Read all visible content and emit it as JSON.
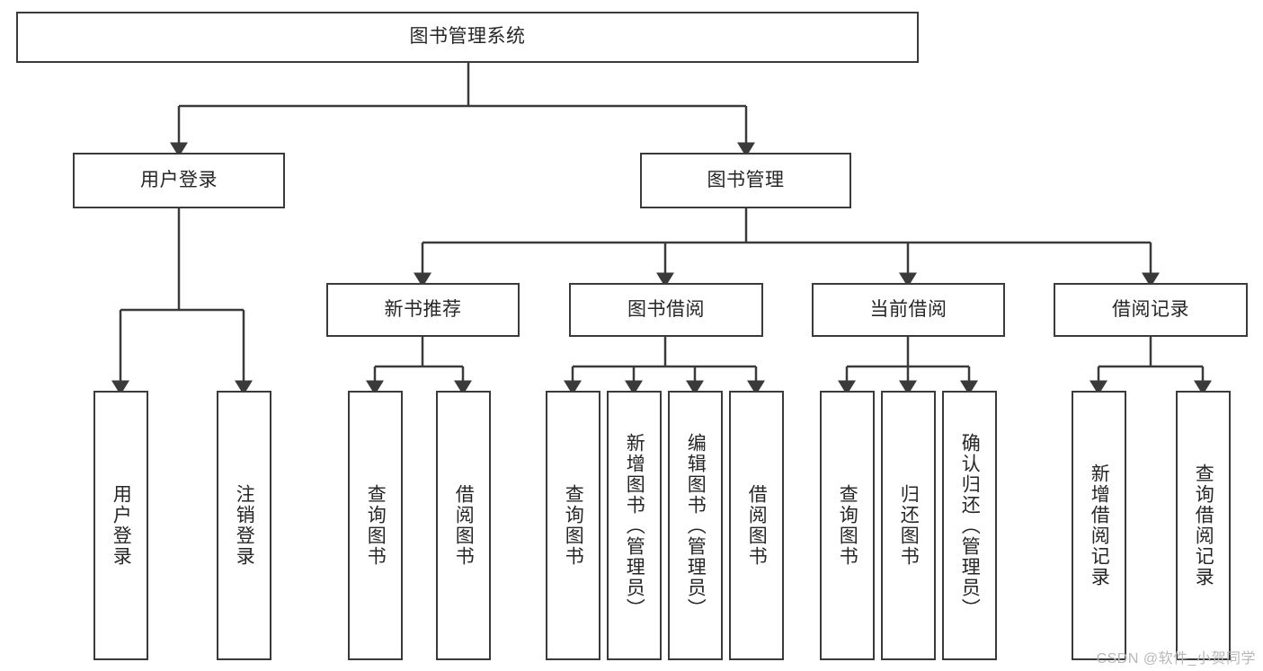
{
  "diagram": {
    "title": "图书管理系统",
    "type": "tree",
    "watermark": "CSDN @软件_小贺同学",
    "colors": {
      "box_border": "#3a3a3a",
      "box_fill": "#ffffff",
      "connector": "#3a3a3a",
      "text": "#262626",
      "watermark": "#b8b8b8"
    },
    "nodes": {
      "root": {
        "label": "图书管理系统"
      },
      "level2": [
        {
          "label": "用户登录"
        },
        {
          "label": "图书管理"
        }
      ],
      "level3": [
        {
          "label": "新书推荐"
        },
        {
          "label": "图书借阅"
        },
        {
          "label": "当前借阅"
        },
        {
          "label": "借阅记录"
        }
      ],
      "leaves": {
        "user_login": [
          {
            "label": "用户登录"
          },
          {
            "label": "注销登录"
          }
        ],
        "new_book_recommend": [
          {
            "label": "查询图书"
          },
          {
            "label": "借阅图书"
          }
        ],
        "book_borrow": [
          {
            "label": "查询图书"
          },
          {
            "label": "新增图书（管理员）"
          },
          {
            "label": "编辑图书（管理员）"
          },
          {
            "label": "借阅图书"
          }
        ],
        "current_borrow": [
          {
            "label": "查询图书"
          },
          {
            "label": "归还图书"
          },
          {
            "label": "确认归还（管理员）"
          }
        ],
        "borrow_record": [
          {
            "label": "新增借阅记录"
          },
          {
            "label": "查询借阅记录"
          }
        ]
      }
    }
  }
}
